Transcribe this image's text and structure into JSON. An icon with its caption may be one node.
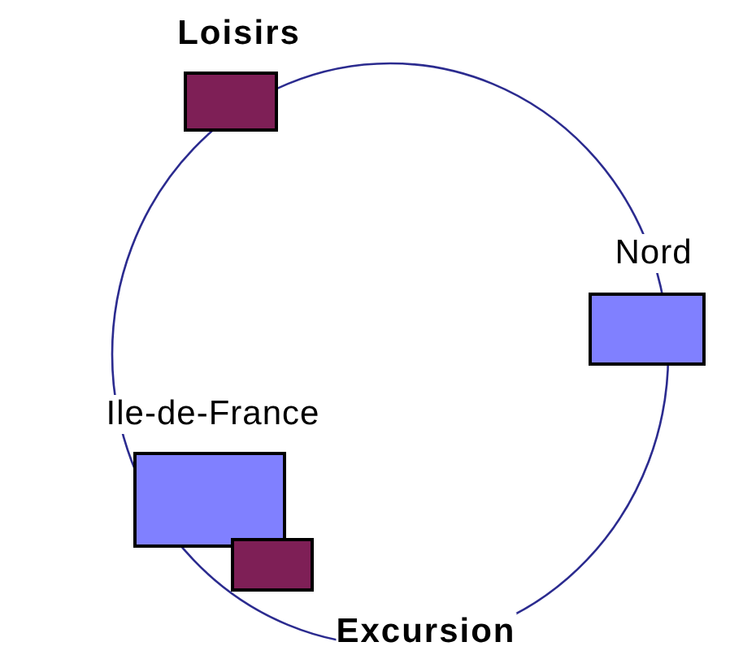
{
  "diagram": {
    "nodes": [
      {
        "text": [
          "Loisirs"
        ]
      },
      {
        "text": [
          "Nord"
        ]
      },
      {
        "text": [
          "Ile-de-France"
        ]
      },
      {
        "text": [
          "Excursion"
        ]
      }
    ]
  }
}
